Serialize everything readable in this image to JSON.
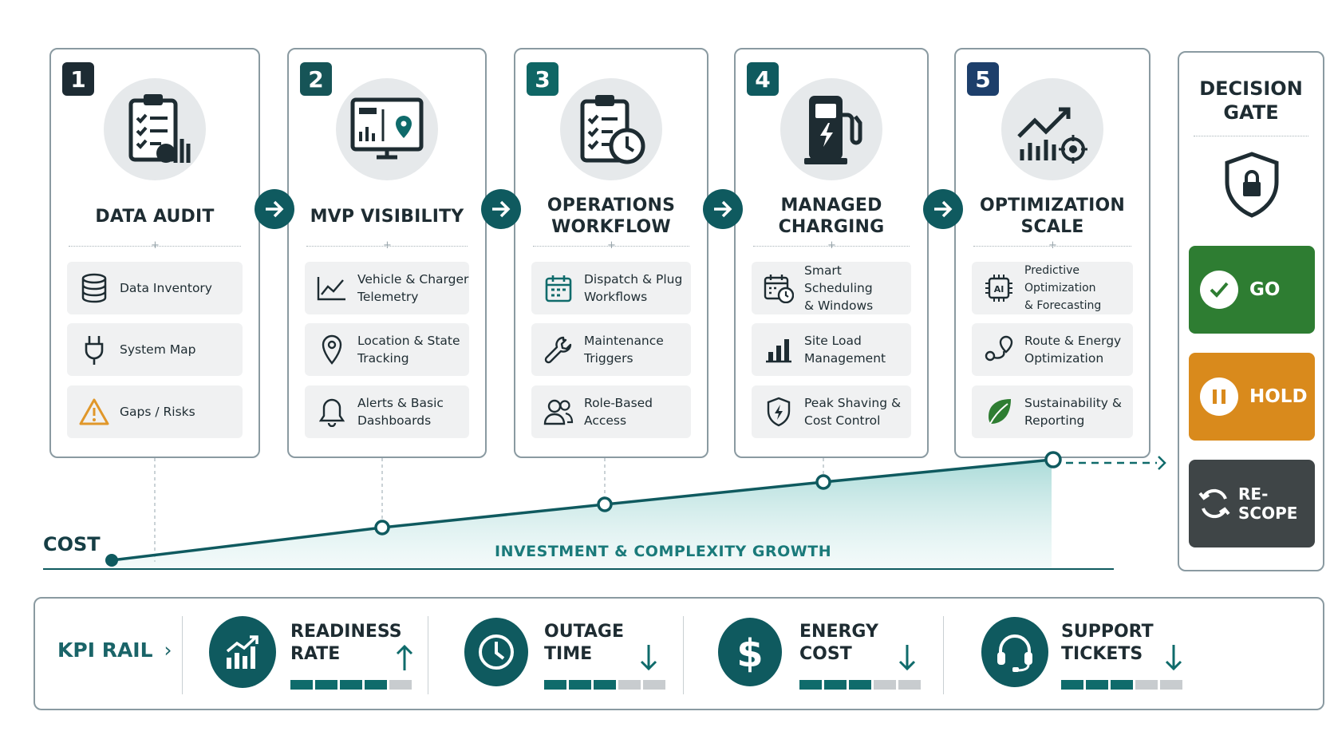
{
  "stages": [
    {
      "number": "1",
      "title": "DATA AUDIT",
      "items": [
        {
          "icon": "database-icon",
          "label": "Data Inventory"
        },
        {
          "icon": "plug-icon",
          "label": "System Map"
        },
        {
          "icon": "warning-icon",
          "label": "Gaps / Risks"
        }
      ]
    },
    {
      "number": "2",
      "title": "MVP VISIBILITY",
      "items": [
        {
          "icon": "line-chart-icon",
          "label": "Vehicle & Charger\nTelemetry"
        },
        {
          "icon": "location-pin-icon",
          "label": "Location & State\nTracking"
        },
        {
          "icon": "bell-icon",
          "label": "Alerts & Basic\nDashboards"
        }
      ]
    },
    {
      "number": "3",
      "title": "OPERATIONS\nWORKFLOW",
      "items": [
        {
          "icon": "calendar-icon",
          "label": "Dispatch & Plug\nWorkflows"
        },
        {
          "icon": "wrench-icon",
          "label": "Maintenance\nTriggers"
        },
        {
          "icon": "users-icon",
          "label": "Role-Based\nAccess"
        }
      ]
    },
    {
      "number": "4",
      "title": "MANAGED\nCHARGING",
      "items": [
        {
          "icon": "calendar-clock-icon",
          "label": "Smart Scheduling\n& Windows"
        },
        {
          "icon": "bar-chart-icon",
          "label": "Site Load\nManagement"
        },
        {
          "icon": "shield-bolt-icon",
          "label": "Peak Shaving &\nCost Control"
        }
      ]
    },
    {
      "number": "5",
      "title": "OPTIMIZATION\nSCALE",
      "items": [
        {
          "icon": "ai-chip-icon",
          "label": "Predictive Optimization\n& Forecasting"
        },
        {
          "icon": "route-icon",
          "label": "Route & Energy\nOptimization"
        },
        {
          "icon": "leaf-icon",
          "label": "Sustainability &\nReporting"
        }
      ]
    }
  ],
  "decision_gate": {
    "title": "DECISION\nGATE",
    "options": [
      {
        "label": "GO",
        "color": "#2e7d32"
      },
      {
        "label": "HOLD",
        "color": "#d98a1c"
      },
      {
        "label": "RE-SCOPE",
        "color": "#3f4547"
      }
    ]
  },
  "cost_axis": {
    "label": "COST",
    "curve_label": "INVESTMENT & COMPLEXITY GROWTH"
  },
  "kpi_rail": {
    "title": "KPI RAIL",
    "kpis": [
      {
        "label": "READINESS\nRATE",
        "icon": "growth-chart-icon",
        "direction": "up",
        "filled": 4,
        "total": 5
      },
      {
        "label": "OUTAGE\nTIME",
        "icon": "clock-icon",
        "direction": "down",
        "filled": 3,
        "total": 5
      },
      {
        "label": "ENERGY\nCOST",
        "icon": "dollar-icon",
        "direction": "down",
        "filled": 3,
        "total": 5
      },
      {
        "label": "SUPPORT\nTICKETS",
        "icon": "headset-icon",
        "direction": "down",
        "filled": 3,
        "total": 5
      }
    ]
  },
  "colors": {
    "teal_dark": "#0f5a5f",
    "accent_teal": "#1a7a7a",
    "navy_badge": "#143a40"
  }
}
